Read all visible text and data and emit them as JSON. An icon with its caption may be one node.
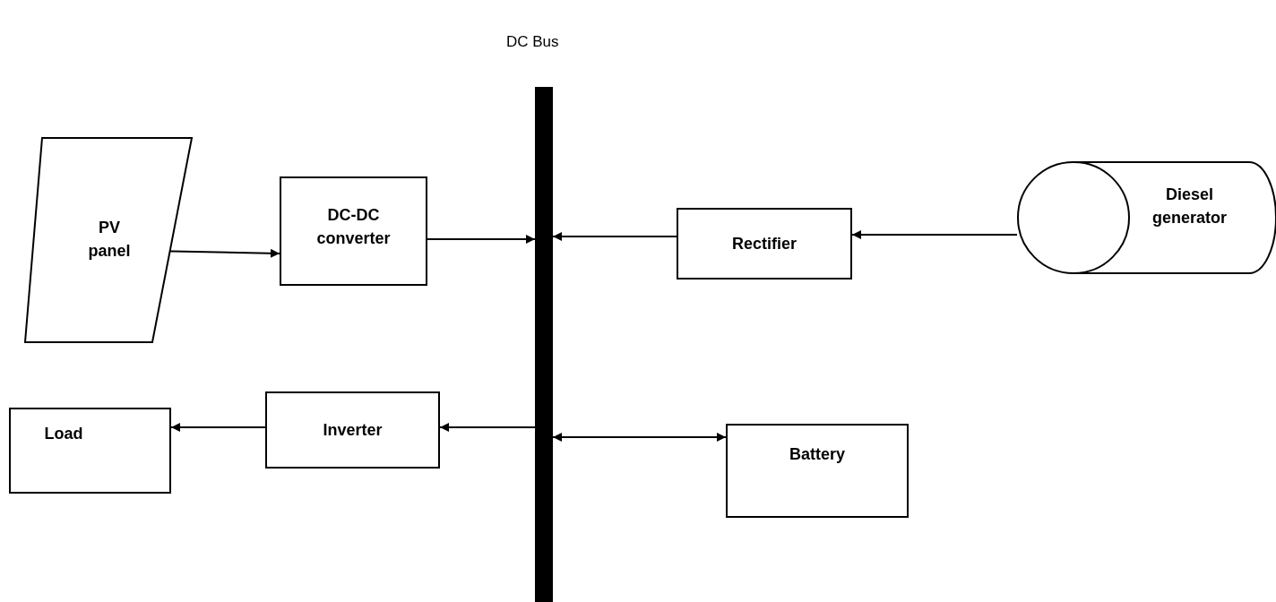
{
  "diagram": {
    "nodes": [
      {
        "text": [
          "DC Bus"
        ]
      },
      {
        "text": [
          "PV panel"
        ]
      },
      {
        "text": [
          "DC-DC converter"
        ]
      },
      {
        "text": [
          "Rectifier"
        ]
      },
      {
        "text": [
          "Diesel generator"
        ]
      },
      {
        "text": [
          "Load"
        ]
      },
      {
        "text": [
          "Inverter"
        ]
      },
      {
        "text": [
          "Battery"
        ]
      }
    ],
    "edges": [
      {
        "from": 1,
        "to": 2,
        "arrow": "to"
      },
      {
        "from": 2,
        "to": 0,
        "arrow": "to"
      },
      {
        "from": 3,
        "to": 0,
        "arrow": "to"
      },
      {
        "from": 4,
        "to": 3,
        "arrow": "to"
      },
      {
        "from": 0,
        "to": 6,
        "arrow": "to"
      },
      {
        "from": 6,
        "to": 5,
        "arrow": "to"
      },
      {
        "from": 0,
        "to": 7,
        "arrow": "both"
      }
    ]
  }
}
